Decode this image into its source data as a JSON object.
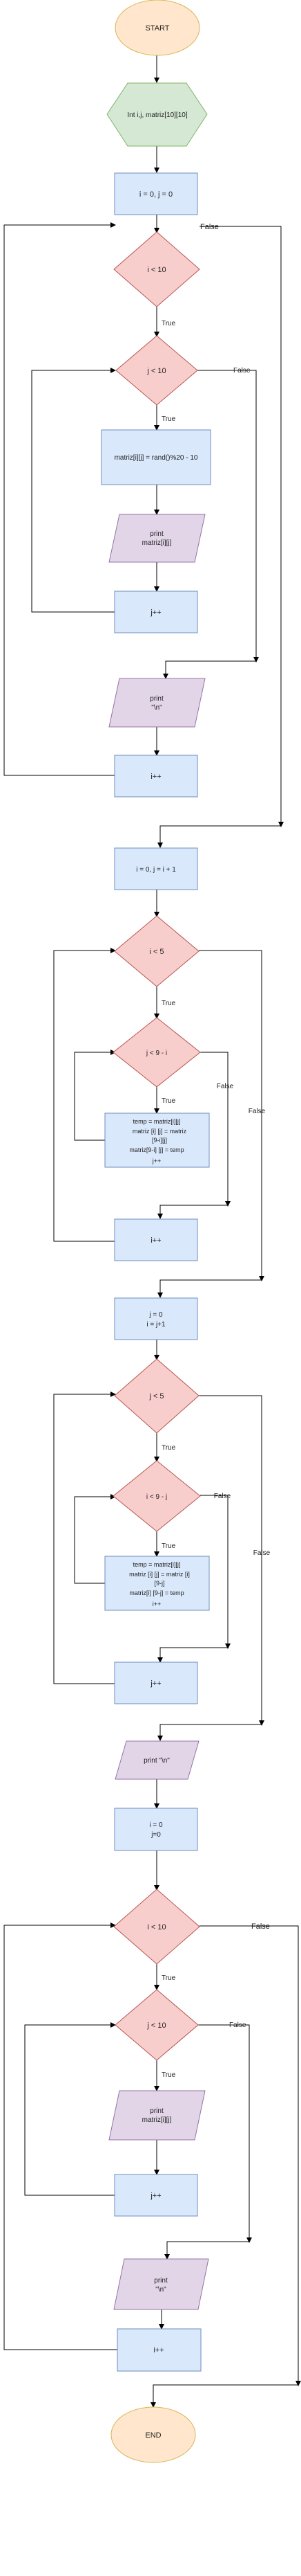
{
  "nodes": {
    "start": "START",
    "init": "Int i,j, matriz[10][10]",
    "set1": "i = 0, j = 0",
    "d1": "i < 10",
    "d2": "j < 10",
    "assign": "matriz[i][j] = rand()%20 - 10",
    "print1a": "print",
    "print1b": "matriz[i][j]",
    "jpp1": "j++",
    "printn1a": "print",
    "printn1b": "\"\\n\"",
    "ipp1": "i++",
    "set2": "i = 0, j = i + 1",
    "d3": "i < 5",
    "d4": "j < 9 - i",
    "swap1a": "temp = matriz[i][j]",
    "swap1b": "matriz [i] [j] = matriz",
    "swap1c": "[9-i][j]",
    "swap1d": "matriz[9-i] [j] = temp",
    "swap1e": "j++",
    "ipp2": "i++",
    "set3a": "j = 0",
    "set3b": "i = j+1",
    "d5": "j < 5",
    "d6": "i < 9 - j",
    "swap2a": "temp = matriz[i][j]",
    "swap2b": "matriz [i] [j] = matriz [i]",
    "swap2c": "[9-j]",
    "swap2d": "matriz[i] [9-j] = temp",
    "swap2e": "i++",
    "jpp2": "j++",
    "printn2": "print \"\\n\"",
    "set4a": "i = 0",
    "set4b": "j=0",
    "d7": "i < 10",
    "d8": "j < 10",
    "print2a": "print",
    "print2b": "matriz[i][j]",
    "jpp3": "j++",
    "printn3a": "print",
    "printn3b": "\"\\n\"",
    "ipp3": "i++",
    "end": "END"
  },
  "edge_labels": {
    "true": "True",
    "false": "False"
  },
  "colors": {
    "terminal_fill": "#ffe6cc",
    "terminal_stroke": "#d6b656",
    "hex_fill": "#d5e8d4",
    "hex_stroke": "#82b366",
    "process_fill": "#dae8fc",
    "process_stroke": "#6c8ebf",
    "decision_fill": "#f8cecc",
    "decision_stroke": "#b85450",
    "io_fill": "#e1d5e7",
    "io_stroke": "#9673a6"
  }
}
